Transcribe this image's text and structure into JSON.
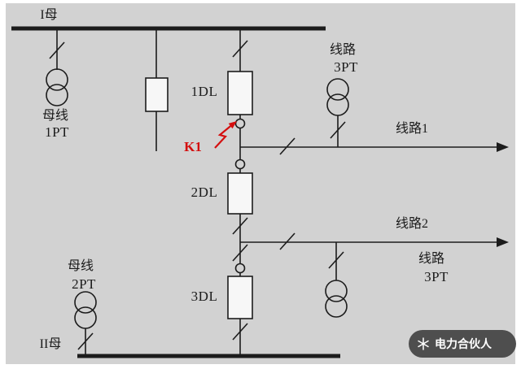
{
  "colors": {
    "background": "#d2d2d2",
    "line": "#1c1c1c",
    "fault": "#d40f0f",
    "watermark_bg": "#4e4e4e",
    "watermark_text": "#ffffff"
  },
  "labels": {
    "bus1": "I母",
    "bus2": "II母",
    "bus1_pt_name": "母线",
    "bus1_pt_id": "1PT",
    "bus2_pt_name": "母线",
    "bus2_pt_id": "2PT",
    "line_pt_top_name": "线路",
    "line_pt_top_id": "3PT",
    "line_pt_bottom_name": "线路",
    "line_pt_bottom_id": "3PT",
    "breaker1": "1DL",
    "breaker2": "2DL",
    "breaker3": "3DL",
    "feeder1": "线路1",
    "feeder2": "线路2",
    "fault": "K1"
  },
  "watermark": {
    "text": "电力合伙人",
    "icon": "snowflake-icon"
  }
}
